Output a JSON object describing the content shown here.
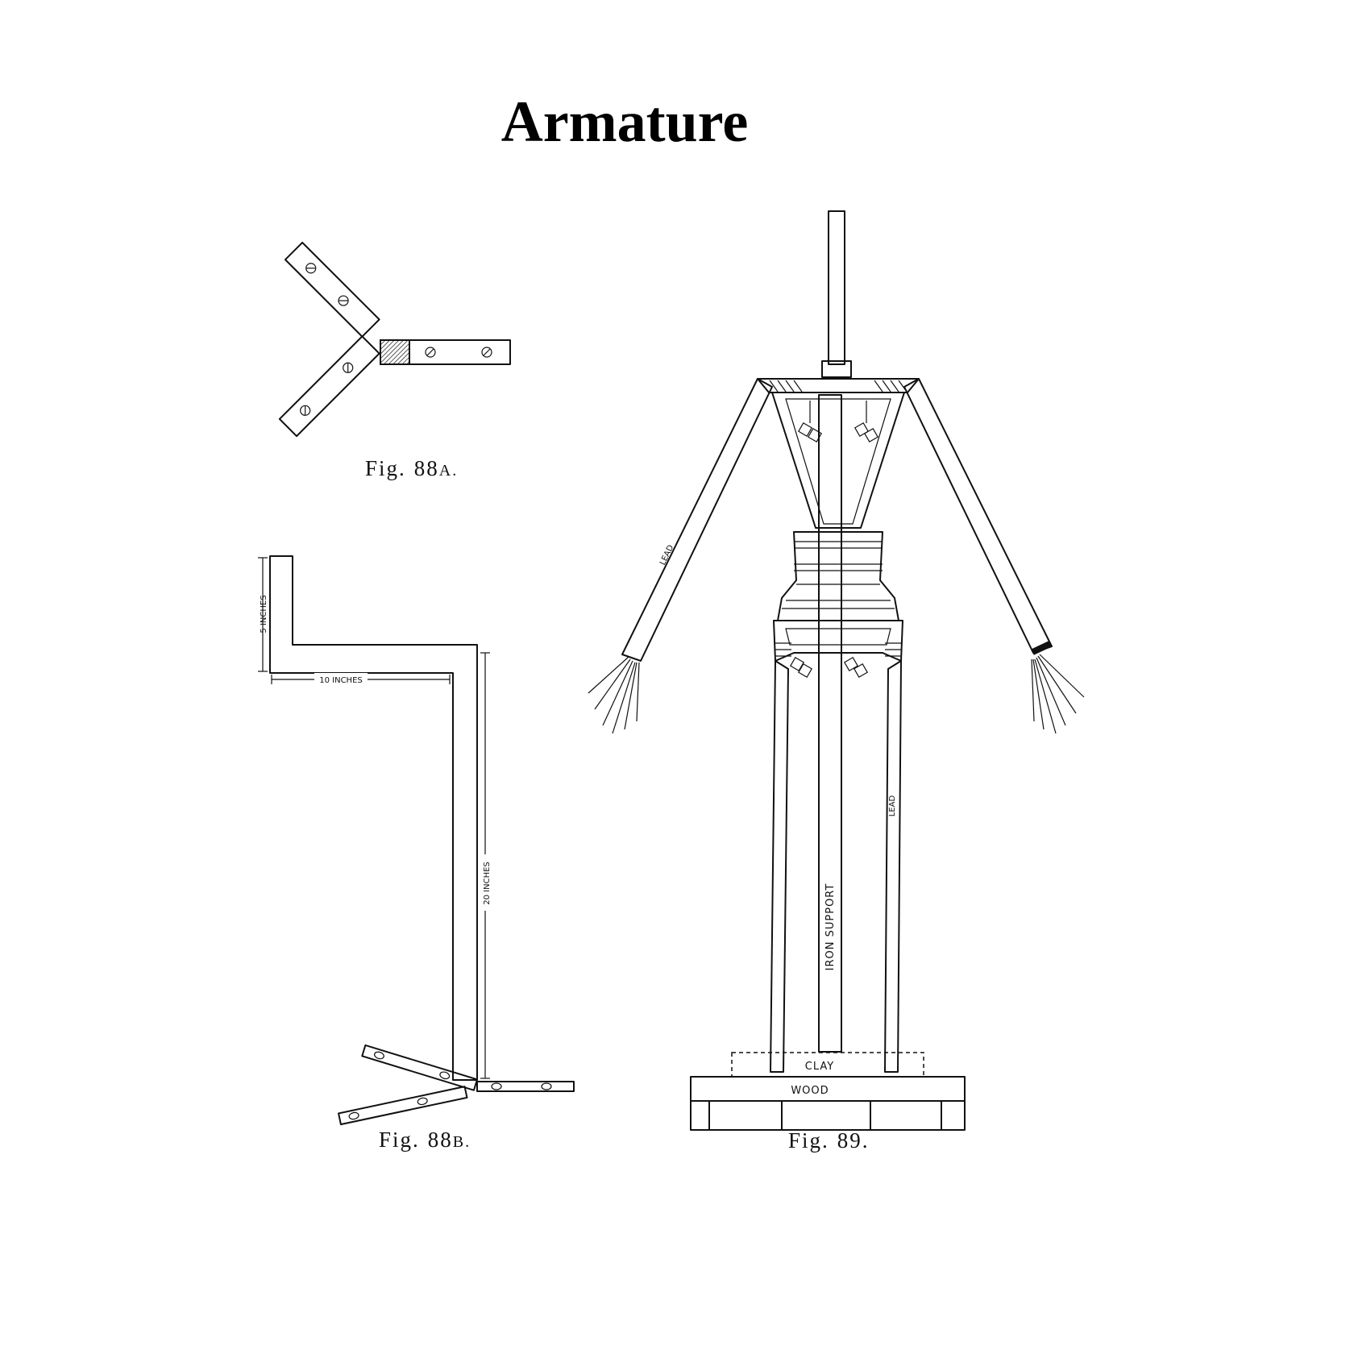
{
  "title": "Armature",
  "fig88a": {
    "caption_main": "Fig.",
    "caption_num": "88",
    "caption_suffix": "A."
  },
  "fig88b": {
    "caption_main": "Fig.",
    "caption_num": "88",
    "caption_suffix": "B.",
    "dims": {
      "a": "5 INCHES",
      "b": "10 INCHES",
      "c": "20 INCHES"
    }
  },
  "fig89": {
    "caption_main": "Fig.",
    "caption_num": "89.",
    "labels": {
      "lead_arm": "LEAD",
      "lead_leg": "LEAD",
      "iron": "IRON SUPPORT",
      "clay": "CLAY",
      "wood": "WOOD"
    }
  }
}
